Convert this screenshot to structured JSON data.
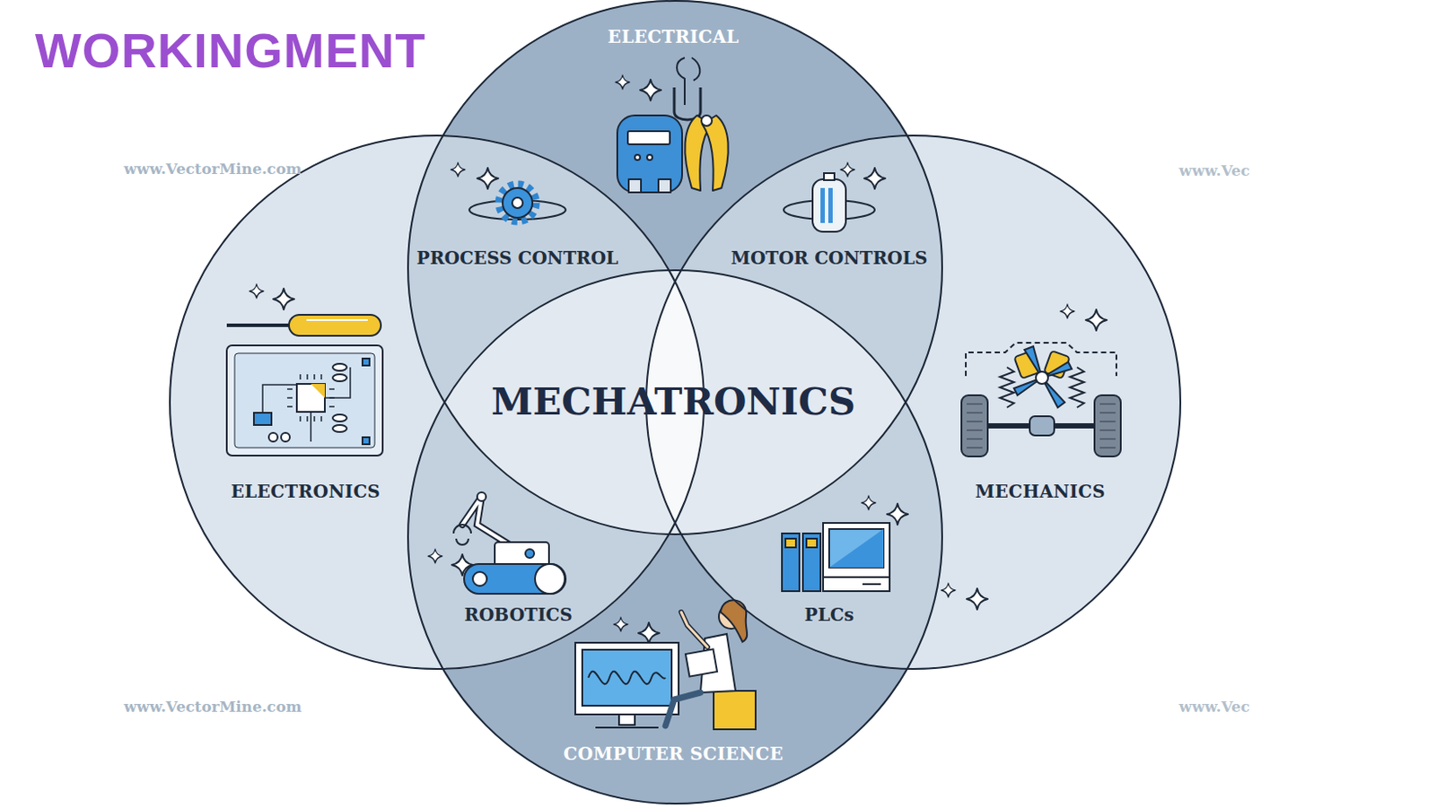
{
  "diagram": {
    "nodes": [
      {
        "text": [
          "ELECTRICAL"
        ]
      },
      {
        "text": [
          "ELECTRONICS"
        ]
      },
      {
        "text": [
          "MECHANICS"
        ]
      },
      {
        "text": [
          "COMPUTER SCIENCE"
        ]
      }
    ],
    "labels": [
      "WORKINGMENT",
      "PROCESS CONTROL",
      "MOTOR CONTROLS",
      "MECHATRONICS",
      "ROBOTICS",
      "PLCs",
      "www.VectorMine.com",
      "www.Vec",
      "www.VectorMine.com",
      "www.Vec"
    ]
  }
}
